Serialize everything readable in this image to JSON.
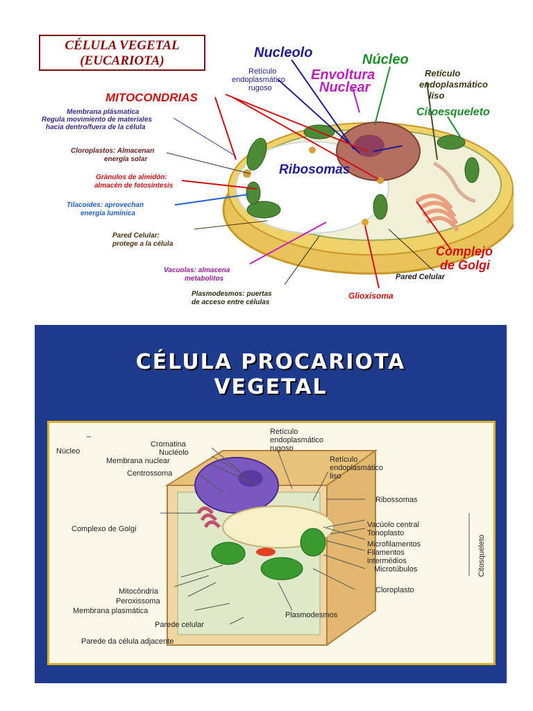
{
  "panel_top": {
    "title_line1": "CÉLULA VEGETAL",
    "title_line2": "(EUCARIOTA)",
    "labels": {
      "nucleolo": "Nucleolo",
      "reticulo_rugoso_1": "Retículo",
      "reticulo_rugoso_2": "endoplasmático",
      "reticulo_rugoso_3": "rugoso",
      "envoltura_1": "Envoltura",
      "envoltura_2": "Nuclear",
      "nucleo": "Núcleo",
      "reticulo_liso_1": "Retículo",
      "reticulo_liso_2": "endoplasmático",
      "reticulo_liso_3": "liso",
      "mitocondrias": "MITOCONDRIAS",
      "citoesqueleto": "Citoesqueleto",
      "membrana_1": "Membrana plásmatica",
      "membrana_2": "Regula movimiento de materiales",
      "membrana_3": "hacia dentro/fuera de la célula",
      "cloroplastos_1": "Cloroplastos: Almacenan",
      "cloroplastos_2": "energía solar",
      "granulos_1": "Gránulos de almidón:",
      "granulos_2": "almacén de fotosintesis",
      "ribosomas": "Ribosomas",
      "tilacoides_1": "Tilacoides: aprovechan",
      "tilacoides_2": "energía lumínica",
      "pared_1": "Pared Celular:",
      "pared_2": "protege a la célula",
      "golgi_1": "Complejo",
      "golgi_2": "de Golgi",
      "pared_celular": "Pared Celular",
      "vacuolas_1": "Vacuolas: almacena",
      "vacuolas_2": "metabolitos",
      "plasmodesmos_1": "Plasmodesmos: puertas",
      "plasmodesmos_2": "de acceso entre células",
      "glioxisoma": "Glioxisoma"
    }
  },
  "panel_bottom": {
    "title_line1": "CÉLULA PROCARIOTA",
    "title_line2": "VEGETAL",
    "labels": {
      "nucleo": "Núcleo",
      "cromatina": "Cromatina",
      "nucleolo": "Nucléolo",
      "membrana_nuclear": "Membrana nuclear",
      "centrossoma": "Centrossoma",
      "complexo_golgi": "Complexo de Golgi",
      "mitocondria": "Mitocôndria",
      "peroxissoma": "Peroxissoma",
      "membrana_plasmatica": "Membrana plasmática",
      "parede_celular": "Parede celular",
      "parede_adjacente": "Parede da célula adjacente",
      "reticulo_rugoso_1": "Retículo",
      "reticulo_rugoso_2": "endoplasmático",
      "reticulo_rugoso_3": "rugoso",
      "reticulo_liso_1": "Retículo",
      "reticulo_liso_2": "endoplasmático",
      "reticulo_liso_3": "liso",
      "ribossomas": "Ribossomas",
      "vacuolo_central": "Vacúolo central",
      "tonoplasto": "Tonoplasto",
      "microfilamentos": "Microfilamentos",
      "filamentos_1": "Filamentos",
      "filamentos_2": "intermédios",
      "microtubulos": "Microtúbulos",
      "citosqueleto": "Citosqueleto",
      "cloroplasto": "Cloroplasto",
      "plasmodesmos": "Plasmodesmos"
    }
  },
  "colors": {
    "slide_bg": "#1e3a8c",
    "frame_border": "#d9b020",
    "title_red": "#8b0a0a"
  }
}
